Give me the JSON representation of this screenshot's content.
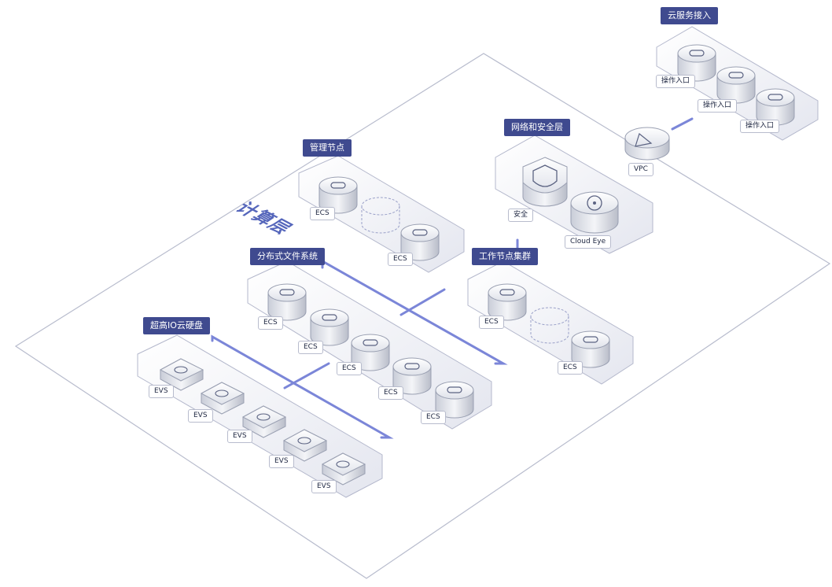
{
  "groups": {
    "cloud_access": {
      "title": "云服务接入",
      "nodes": [
        "操作入口",
        "操作入口",
        "操作入口"
      ]
    },
    "network_security": {
      "title": "网络和安全层",
      "security_label": "安全",
      "cloudeye_label": "Cloud Eye"
    },
    "vpc": {
      "label": "VPC"
    },
    "management": {
      "title": "管理节点",
      "nodes": [
        "ECS",
        "ECS"
      ]
    },
    "compute_layer": {
      "label": "计算层"
    },
    "dfs": {
      "title": "分布式文件系统",
      "nodes": [
        "ECS",
        "ECS",
        "ECS",
        "ECS",
        "ECS"
      ]
    },
    "worker": {
      "title": "工作节点集群",
      "nodes": [
        "ECS",
        "ECS"
      ]
    },
    "evs": {
      "title": "超高IO云硬盘",
      "nodes": [
        "EVS",
        "EVS",
        "EVS",
        "EVS",
        "EVS"
      ]
    }
  },
  "colors": {
    "accent": "#3f4a8f",
    "connector": "#7b86d8",
    "outline": "#b4b8cc",
    "platform": "#e9ebf3"
  }
}
